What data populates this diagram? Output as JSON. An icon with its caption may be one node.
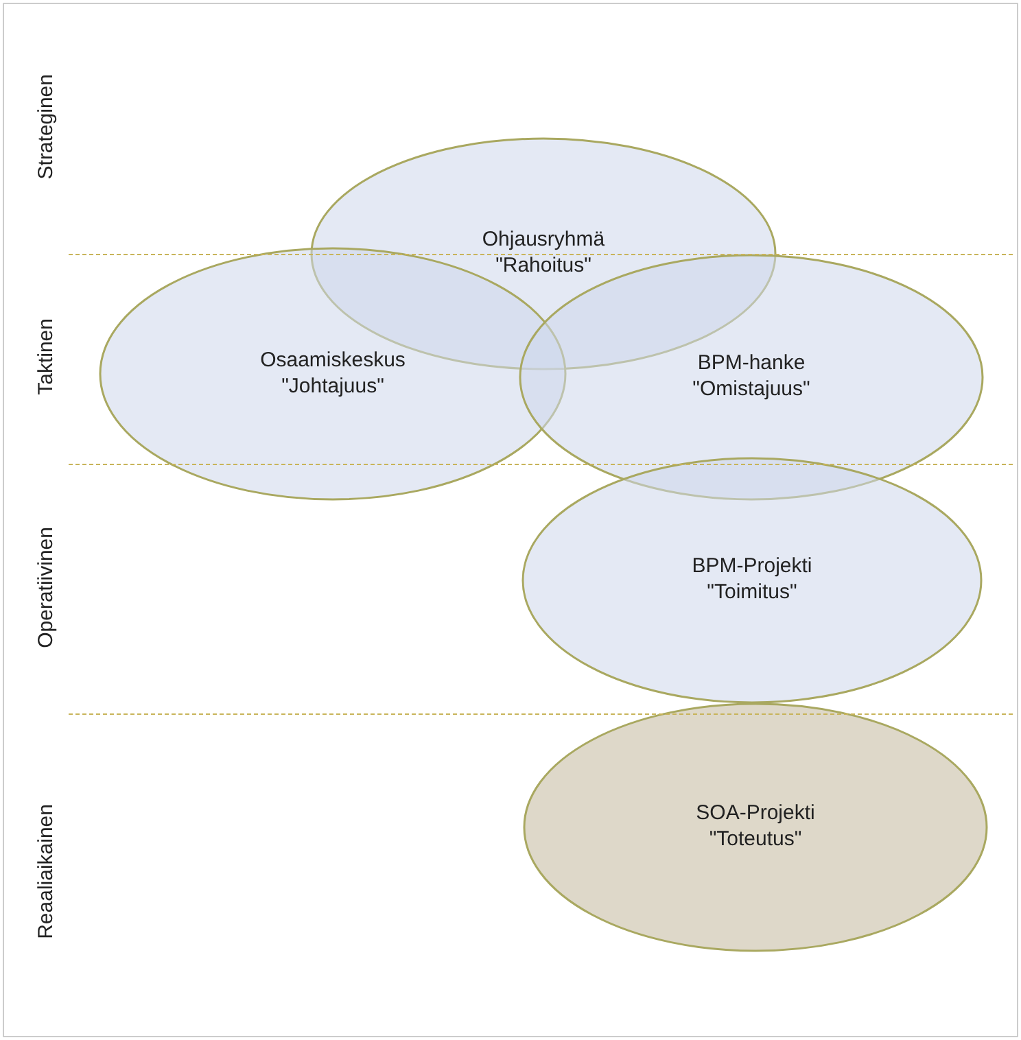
{
  "diagram": {
    "nodes": [
      {
        "text": [
          "Ohjausryhmä",
          "\"Rahoitus\""
        ]
      },
      {
        "text": [
          "Osaamiskeskus",
          "\"Johtajuus\""
        ]
      },
      {
        "text": [
          "BPM-hanke",
          "\"Omistajuus\""
        ]
      },
      {
        "text": [
          "BPM-Projekti",
          "\"Toimitus\""
        ]
      },
      {
        "text": [
          "SOA-Projekti",
          "\"Toteutus\""
        ]
      }
    ],
    "edges": [],
    "labels": [
      "Strateginen",
      "Taktinen",
      "Operatiivinen",
      "Reaaliaikainen"
    ]
  }
}
